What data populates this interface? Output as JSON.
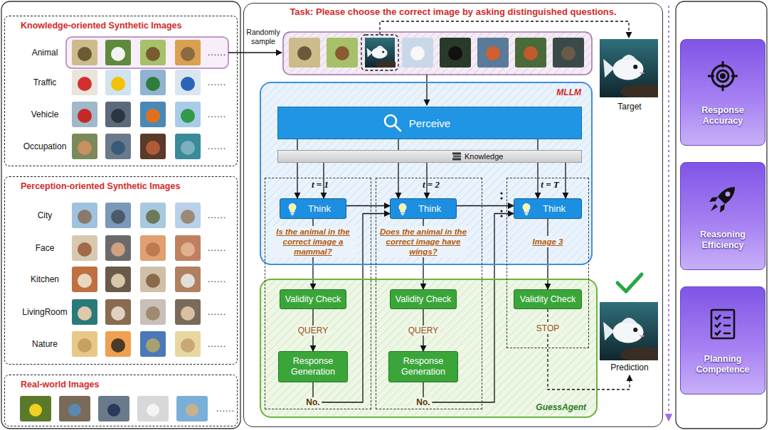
{
  "diagram": {
    "nodes": [
      {
        "text": [
          "Knowledge-oriented Synthetic Images"
        ]
      },
      {
        "text": [
          "Perception-oriented Synthetic Images"
        ]
      },
      {
        "text": [
          "Real-world Images"
        ]
      },
      {
        "text": [
          "Task: Please choose the correct image by asking distinguished questions."
        ]
      },
      {
        "text": [
          "Target"
        ],
        "in": 3
      },
      {
        "text": [
          "MLLM"
        ],
        "in": 3
      },
      {
        "text": [
          "Perceive"
        ],
        "in": 5
      },
      {
        "text": [
          "Knowledge"
        ],
        "in": 5
      },
      {
        "text": [
          "GuessAgent"
        ],
        "in": 3
      },
      {
        "text": [
          "t = 1"
        ],
        "in": 3
      },
      {
        "text": [
          "Think"
        ],
        "in": 9
      },
      {
        "text": [
          "Validity Check"
        ],
        "in": 9
      },
      {
        "text": [
          "Response Generation"
        ],
        "in": 9
      },
      {
        "text": [
          "t = 2"
        ],
        "in": 3
      },
      {
        "text": [
          "Think"
        ],
        "in": 13
      },
      {
        "text": [
          "Validity Check"
        ],
        "in": 13
      },
      {
        "text": [
          "Response Generation"
        ],
        "in": 13
      },
      {
        "text": [
          "t = T"
        ],
        "in": 3
      },
      {
        "text": [
          "Think"
        ],
        "in": 17
      },
      {
        "text": [
          "Validity Check"
        ],
        "in": 17
      },
      {
        "text": [
          "Prediction"
        ],
        "in": 3
      },
      {
        "text": [
          "Response Accuracy"
        ]
      },
      {
        "text": [
          "Reasoning Efficiency"
        ]
      },
      {
        "text": [
          "Planning Competence"
        ]
      }
    ],
    "edges": [
      {
        "from": 6,
        "to": 10,
        "arrow": "to"
      },
      {
        "from": 7,
        "to": 10,
        "arrow": "to"
      },
      {
        "from": 6,
        "to": 14,
        "arrow": "to"
      },
      {
        "from": 7,
        "to": 14,
        "arrow": "to"
      },
      {
        "from": 6,
        "to": 18,
        "arrow": "to"
      },
      {
        "from": 7,
        "to": 18,
        "arrow": "to"
      },
      {
        "from": 10,
        "to": 14,
        "arrow": "to"
      },
      {
        "from": 14,
        "to": 18,
        "arrow": "to"
      },
      {
        "from": 10,
        "to": 11,
        "label": "Is the animal in the correct image a mammal?",
        "arrow": "to"
      },
      {
        "from": 11,
        "to": 12,
        "label": "QUERY",
        "arrow": "to"
      },
      {
        "from": 12,
        "to": 14,
        "label": "No.",
        "arrow": "to"
      },
      {
        "from": 14,
        "to": 15,
        "label": "Does the animal in the correct image have wings?",
        "arrow": "to"
      },
      {
        "from": 15,
        "to": 16,
        "label": "QUERY",
        "arrow": "to"
      },
      {
        "from": 16,
        "to": 18,
        "label": "No.",
        "arrow": "to"
      },
      {
        "from": 18,
        "to": 19,
        "label": "Image 3",
        "arrow": "to"
      },
      {
        "from": 19,
        "to": 20,
        "label": "STOP",
        "arrow": "to"
      }
    ],
    "labels": [
      "Randomly sample",
      "Animal",
      "......",
      "Traffic",
      "......",
      "Vehicle",
      "......",
      "Occupation",
      "......",
      "City",
      "......",
      "Face",
      "......",
      "Kitchen",
      "......",
      "LivingRoom",
      "......",
      "Nature",
      "......",
      "......"
    ]
  }
}
